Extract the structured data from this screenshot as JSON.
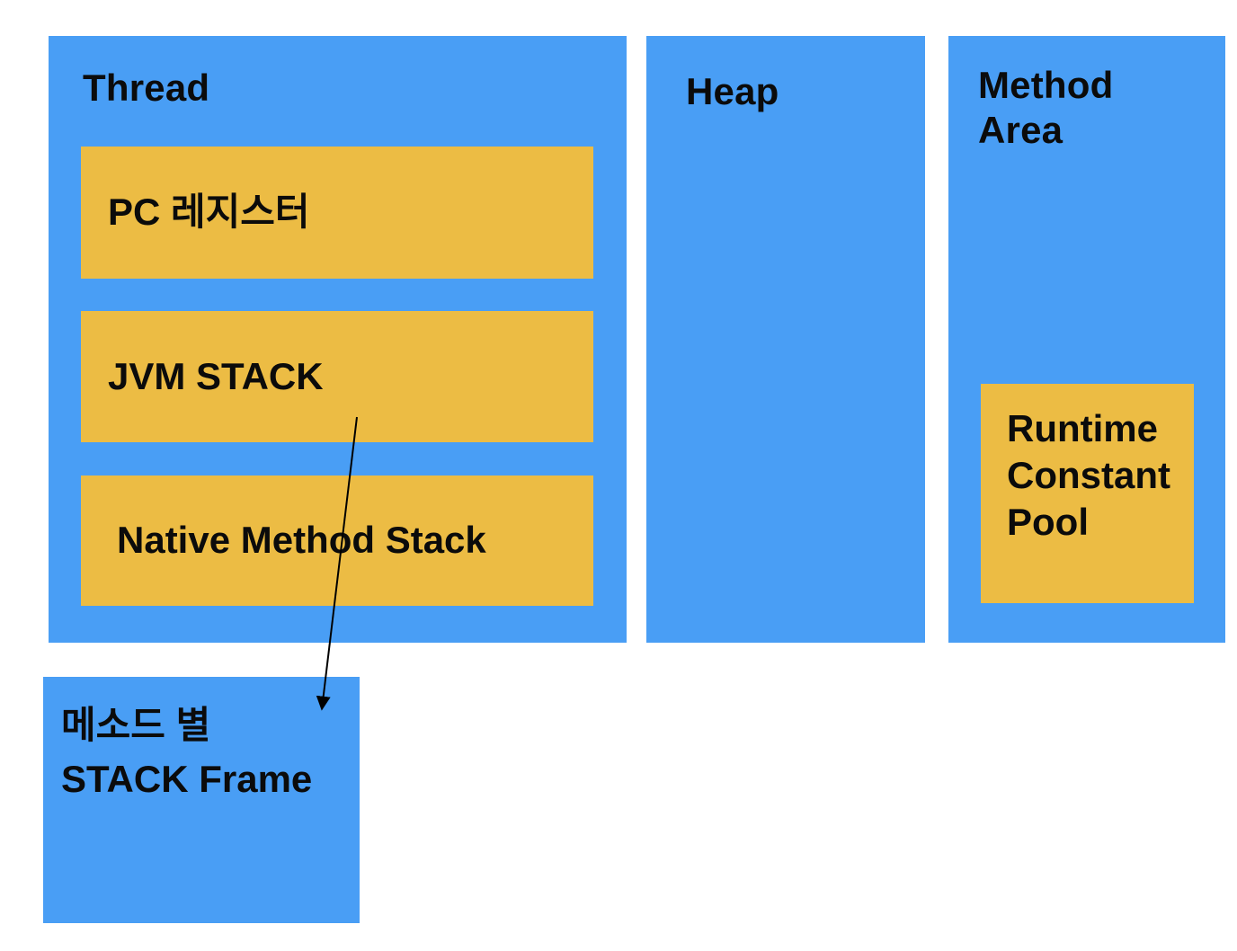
{
  "colors": {
    "background": "#FFFFFF",
    "panel_blue": "#499EF5",
    "box_yellow": "#ECBC44",
    "text": "#0B0B0B",
    "arrow": "#000000"
  },
  "panels": {
    "thread": {
      "title": "Thread",
      "boxes": [
        {
          "label": "PC 레지스터"
        },
        {
          "label": "JVM STACK"
        },
        {
          "label": "Native Method Stack"
        }
      ]
    },
    "heap": {
      "title": "Heap"
    },
    "method_area": {
      "title": "Method Area",
      "runtime_constant_pool": {
        "label": "Runtime Constant Pool"
      }
    }
  },
  "stack_frame_note": {
    "line1": "메소드 별",
    "line2": "STACK Frame"
  }
}
